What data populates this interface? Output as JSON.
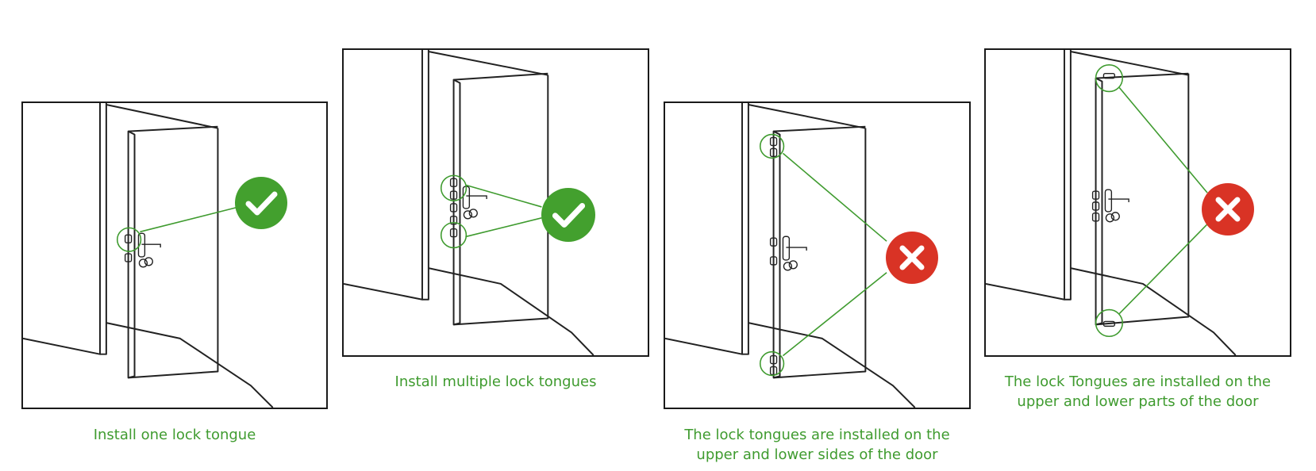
{
  "colors": {
    "green": "#3f9b2f",
    "check_fill": "#43a02e",
    "cross_fill": "#d93325",
    "outline": "#1a1a1a"
  },
  "panels": [
    {
      "caption": "Install one lock tongue",
      "verdict": "correct",
      "icon": "check-icon"
    },
    {
      "caption": "Install multiple lock tongues",
      "verdict": "correct",
      "icon": "check-icon"
    },
    {
      "caption": "The lock tongues are installed on the\nupper and lower sides of the door",
      "verdict": "incorrect",
      "icon": "cross-icon"
    },
    {
      "caption": "The lock Tongues are installed on the\nupper and lower parts of the door",
      "verdict": "incorrect",
      "icon": "cross-icon"
    }
  ]
}
